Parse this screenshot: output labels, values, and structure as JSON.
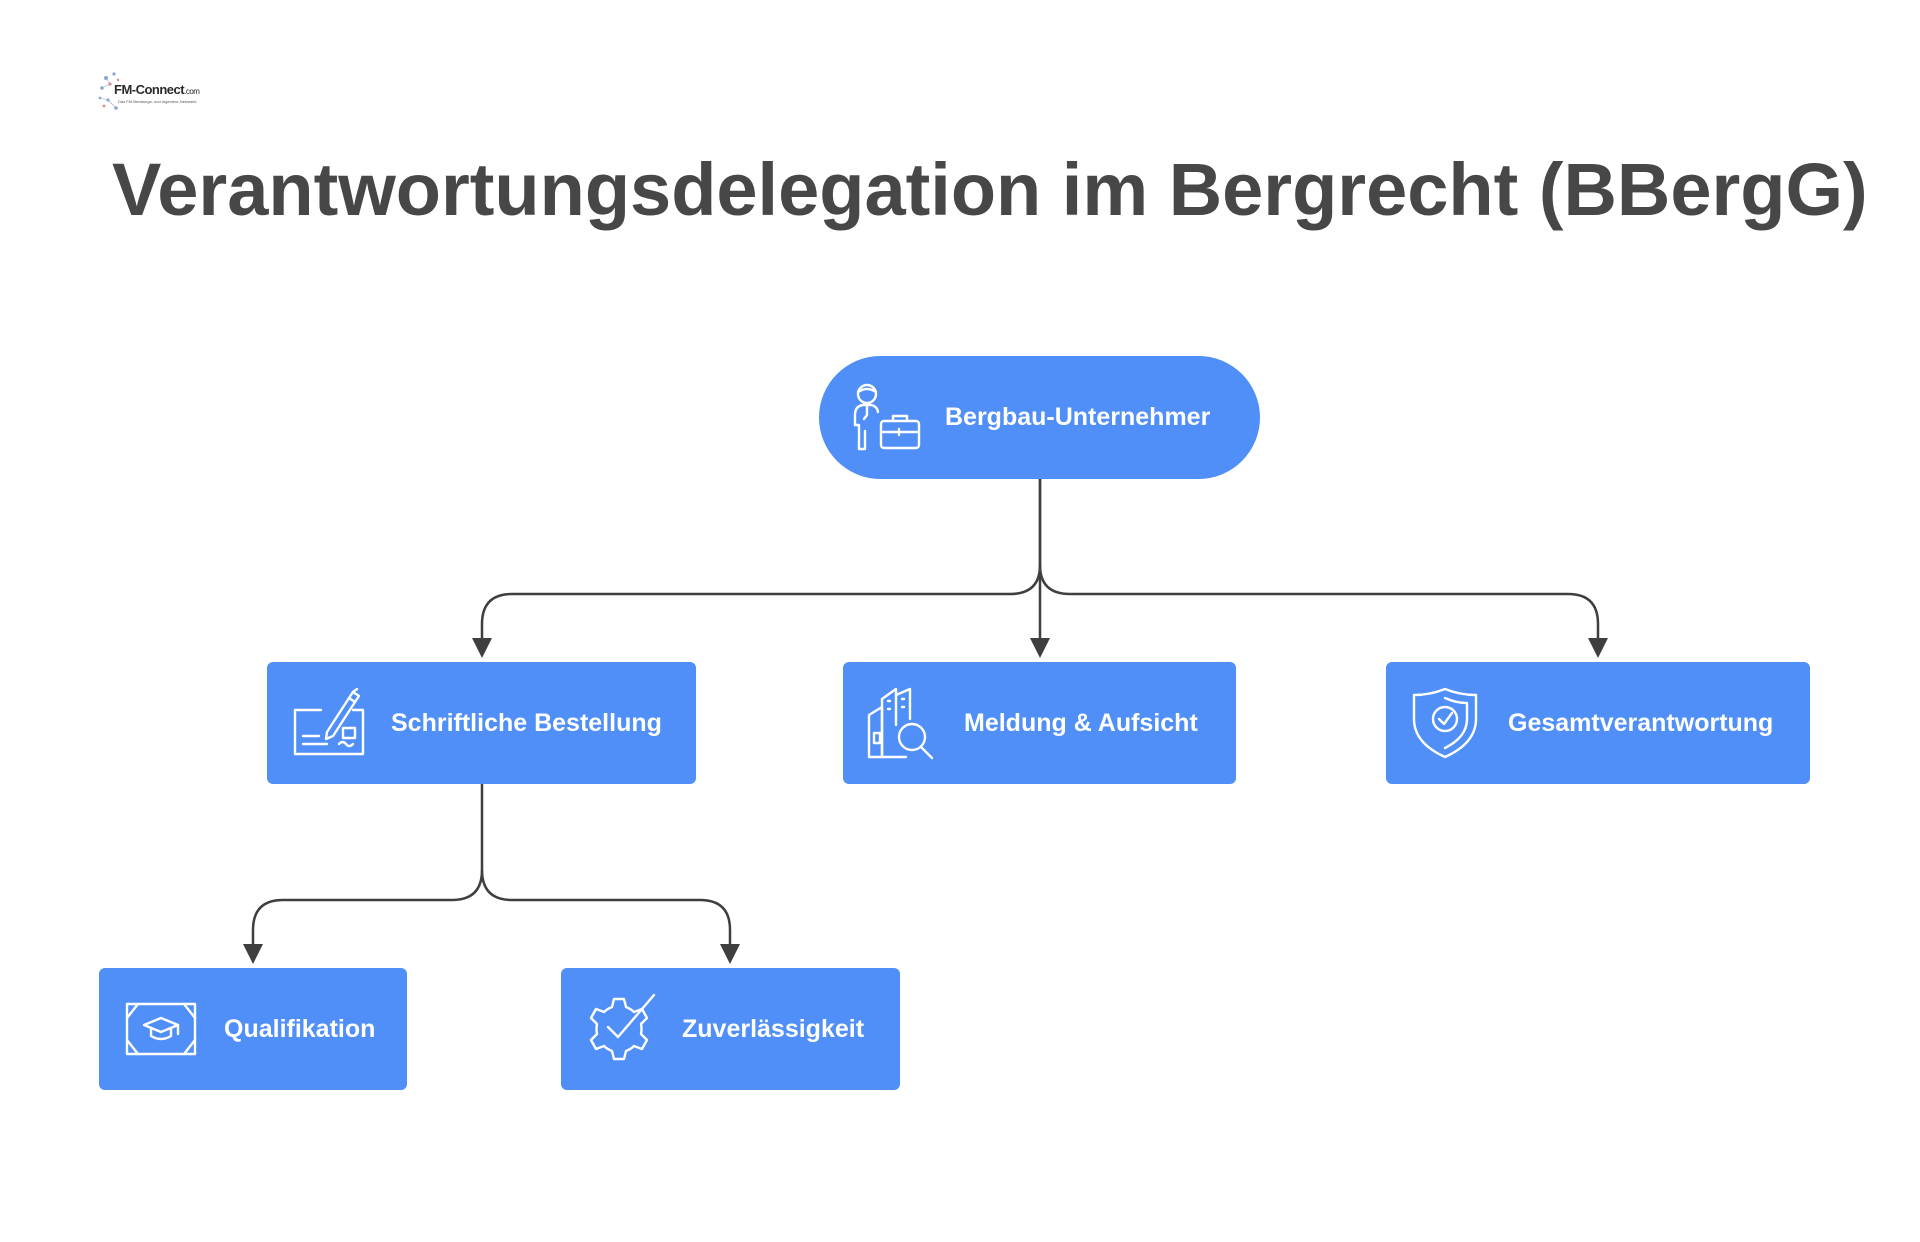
{
  "logo": {
    "text": "FM-Connect",
    "suffix": ".com",
    "tagline": "Das FM-Beratungs- und Ingenieur-Netzwerk"
  },
  "title": "Verantwortungsdelegation im Bergrecht (BBergG)",
  "colors": {
    "node_fill": "#4f8ff7",
    "node_text": "#ffffff",
    "title_text": "#474747",
    "connector": "#3f3f3f"
  },
  "nodes": {
    "root": {
      "label": "Bergbau-Unternehmer",
      "icon": "businessman-briefcase-icon"
    },
    "schriftlich": {
      "label": "Schriftliche Bestellung",
      "icon": "signed-document-icon"
    },
    "meldung": {
      "label": "Meldung & Aufsicht",
      "icon": "building-inspection-icon"
    },
    "gesamt": {
      "label": "Gesamtverantwortung",
      "icon": "shield-check-icon"
    },
    "quali": {
      "label": "Qualifikation",
      "icon": "graduation-certificate-icon"
    },
    "zuver": {
      "label": "Zuverlässigkeit",
      "icon": "gear-check-icon"
    }
  },
  "edges": [
    {
      "from": "root",
      "to": "schriftlich"
    },
    {
      "from": "root",
      "to": "meldung"
    },
    {
      "from": "root",
      "to": "gesamt"
    },
    {
      "from": "schriftlich",
      "to": "quali"
    },
    {
      "from": "schriftlich",
      "to": "zuver"
    }
  ]
}
